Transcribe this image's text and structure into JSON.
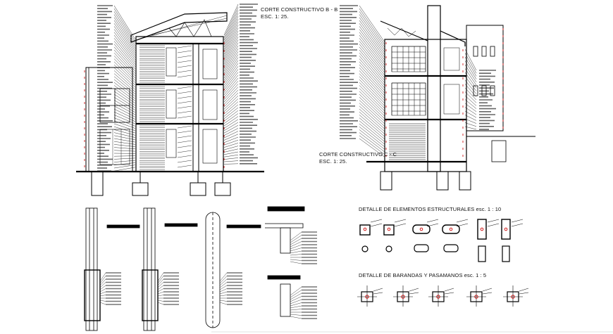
{
  "sheet": {
    "section_bb": {
      "title": "CORTE CONSTRUCTIVO B - B",
      "scale": "ESC. 1: 25."
    },
    "section_cc": {
      "title": "CORTE CONSTRUCTIVO C - C",
      "scale": "ESC. 1: 25."
    },
    "structural_details": {
      "title": "DETALLE DE ELEMENTOS  ESTRUCTURALES  esc. 1 : 10"
    },
    "railing_details": {
      "title": "DETALLE DE BARANDAS Y PASAMANOS  esc. 1 : 5"
    }
  },
  "colors": {
    "line": "#000000",
    "annotation": "#222222",
    "accent": "#cc0000",
    "background": "#ffffff"
  }
}
